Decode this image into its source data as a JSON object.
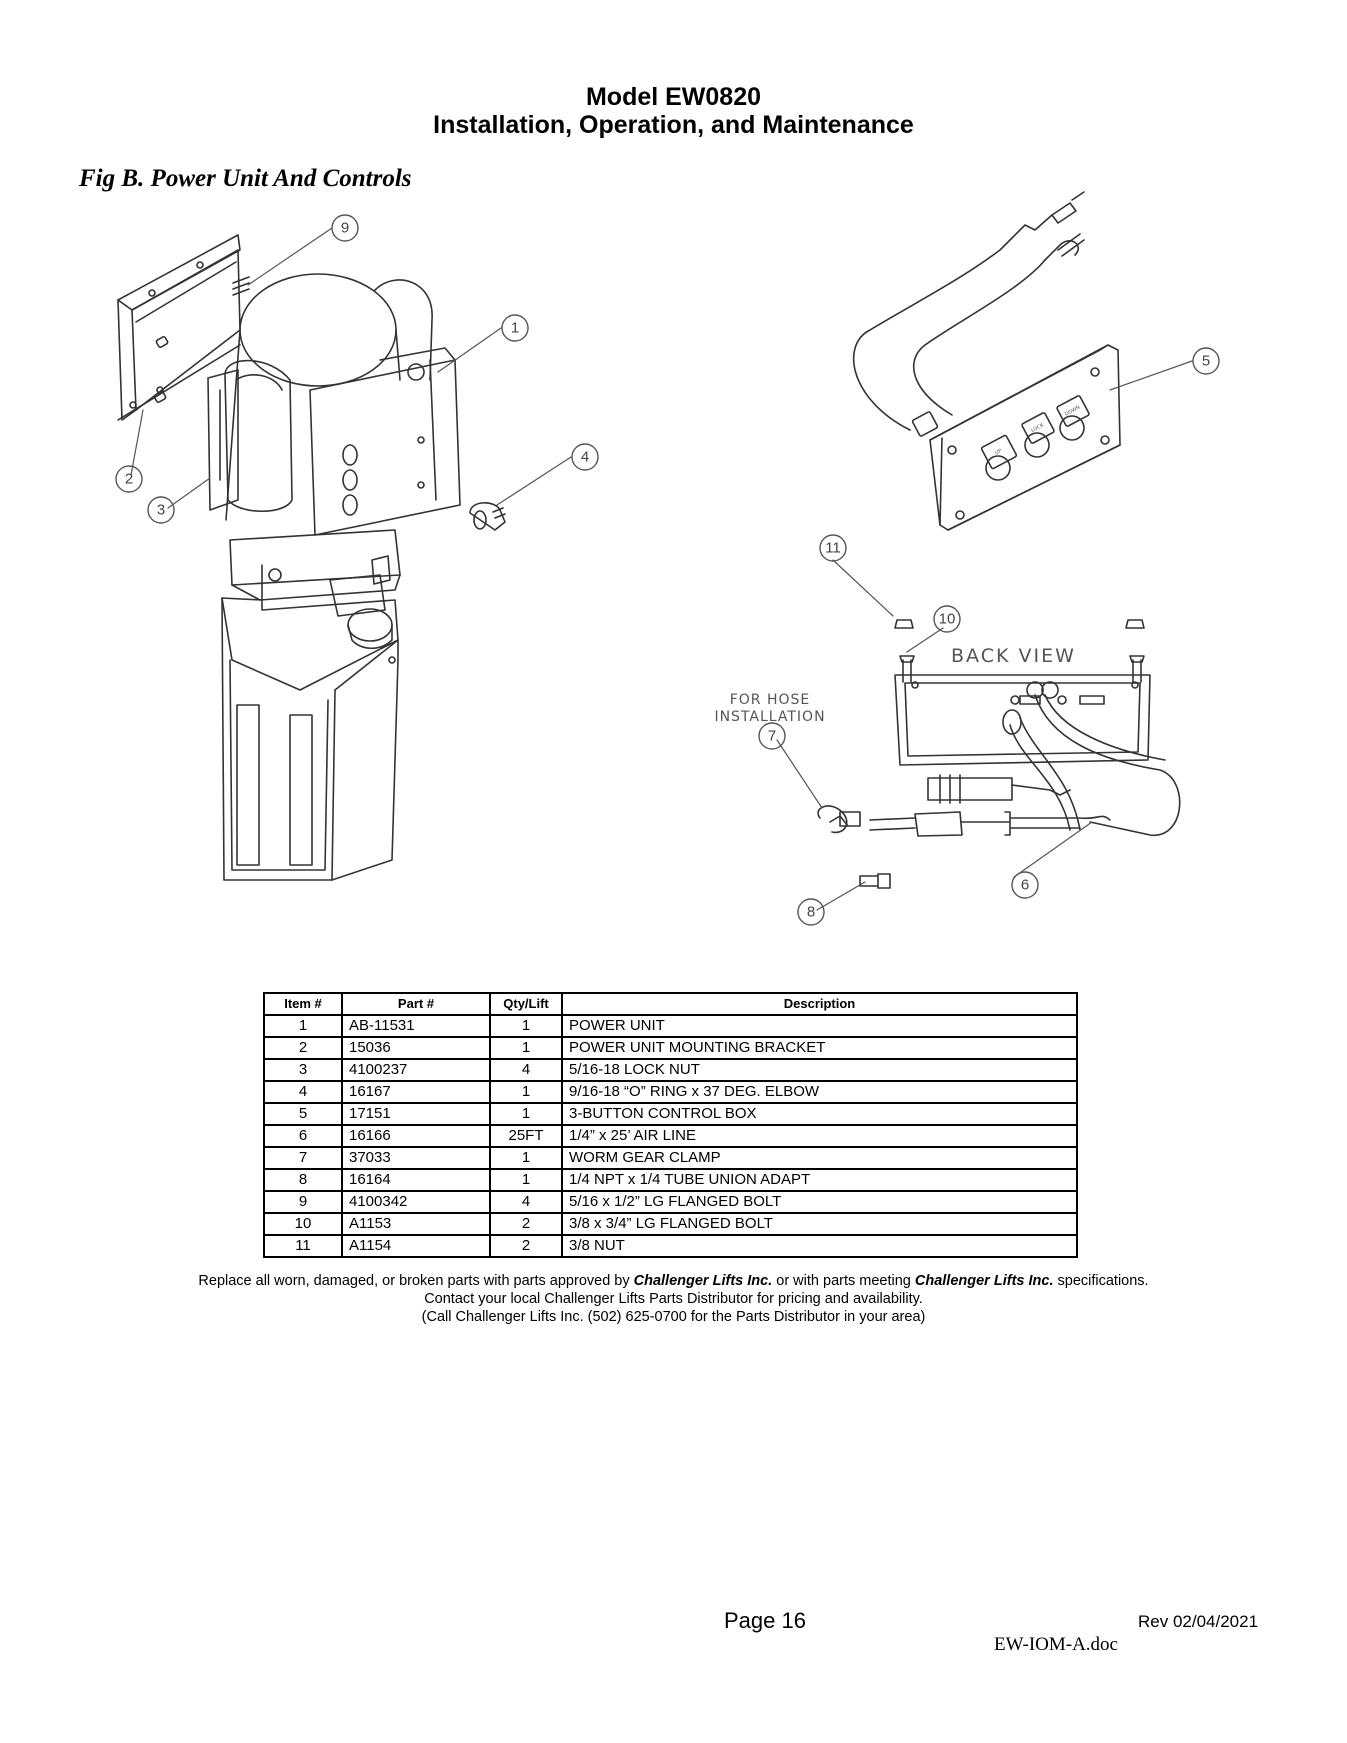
{
  "header": {
    "model": "Model EW0820",
    "subtitle": "Installation, Operation, and Maintenance"
  },
  "figure": {
    "title": "Fig B.  Power Unit And Controls",
    "back_view_label": "BACK VIEW",
    "hose_note_line1": "FOR HOSE",
    "hose_note_line2": "INSTALLATION",
    "button_labels": [
      "UP",
      "LOCK",
      "DOWN"
    ],
    "callouts": [
      "1",
      "2",
      "3",
      "4",
      "5",
      "6",
      "7",
      "8",
      "9",
      "10",
      "11"
    ]
  },
  "parts_table": {
    "headers": [
      "Item #",
      "Part #",
      "Qty/Lift",
      "Description"
    ],
    "rows": [
      [
        "1",
        "AB-11531",
        "1",
        "POWER UNIT"
      ],
      [
        "2",
        "15036",
        "1",
        "POWER UNIT MOUNTING BRACKET"
      ],
      [
        "3",
        "4100237",
        "4",
        "5/16-18 LOCK NUT"
      ],
      [
        "4",
        "16167",
        "1",
        "9/16-18 “O” RING x 37 DEG. ELBOW"
      ],
      [
        "5",
        "17151",
        "1",
        "3-BUTTON  CONTROL BOX"
      ],
      [
        "6",
        "16166",
        "25FT",
        "1/4” x 25’ AIR LINE"
      ],
      [
        "7",
        "37033",
        "1",
        "WORM GEAR CLAMP"
      ],
      [
        "8",
        "16164",
        "1",
        "1/4 NPT x 1/4 TUBE UNION ADAPT"
      ],
      [
        "9",
        "4100342",
        "4",
        "5/16 x 1/2” LG FLANGED BOLT"
      ],
      [
        "10",
        "A1153",
        "2",
        "3/8 x 3/4” LG FLANGED BOLT"
      ],
      [
        "11",
        "A1154",
        "2",
        "3/8 NUT"
      ]
    ]
  },
  "notes": {
    "line1_a": "Replace all worn, damaged, or broken parts with parts approved by ",
    "line1_b": "Challenger Lifts Inc.",
    "line1_c": " or with parts meeting ",
    "line1_d": "Challenger Lifts Inc.",
    "line1_e": " specifications.",
    "line2": "Contact your local Challenger Lifts Parts Distributor for pricing and availability.",
    "line3": "(Call Challenger Lifts Inc. (502) 625-0700 for the Parts Distributor in your area)"
  },
  "footer": {
    "page": "Page 16",
    "rev": "Rev 02/04/2021",
    "doc": "EW-IOM-A.doc"
  }
}
